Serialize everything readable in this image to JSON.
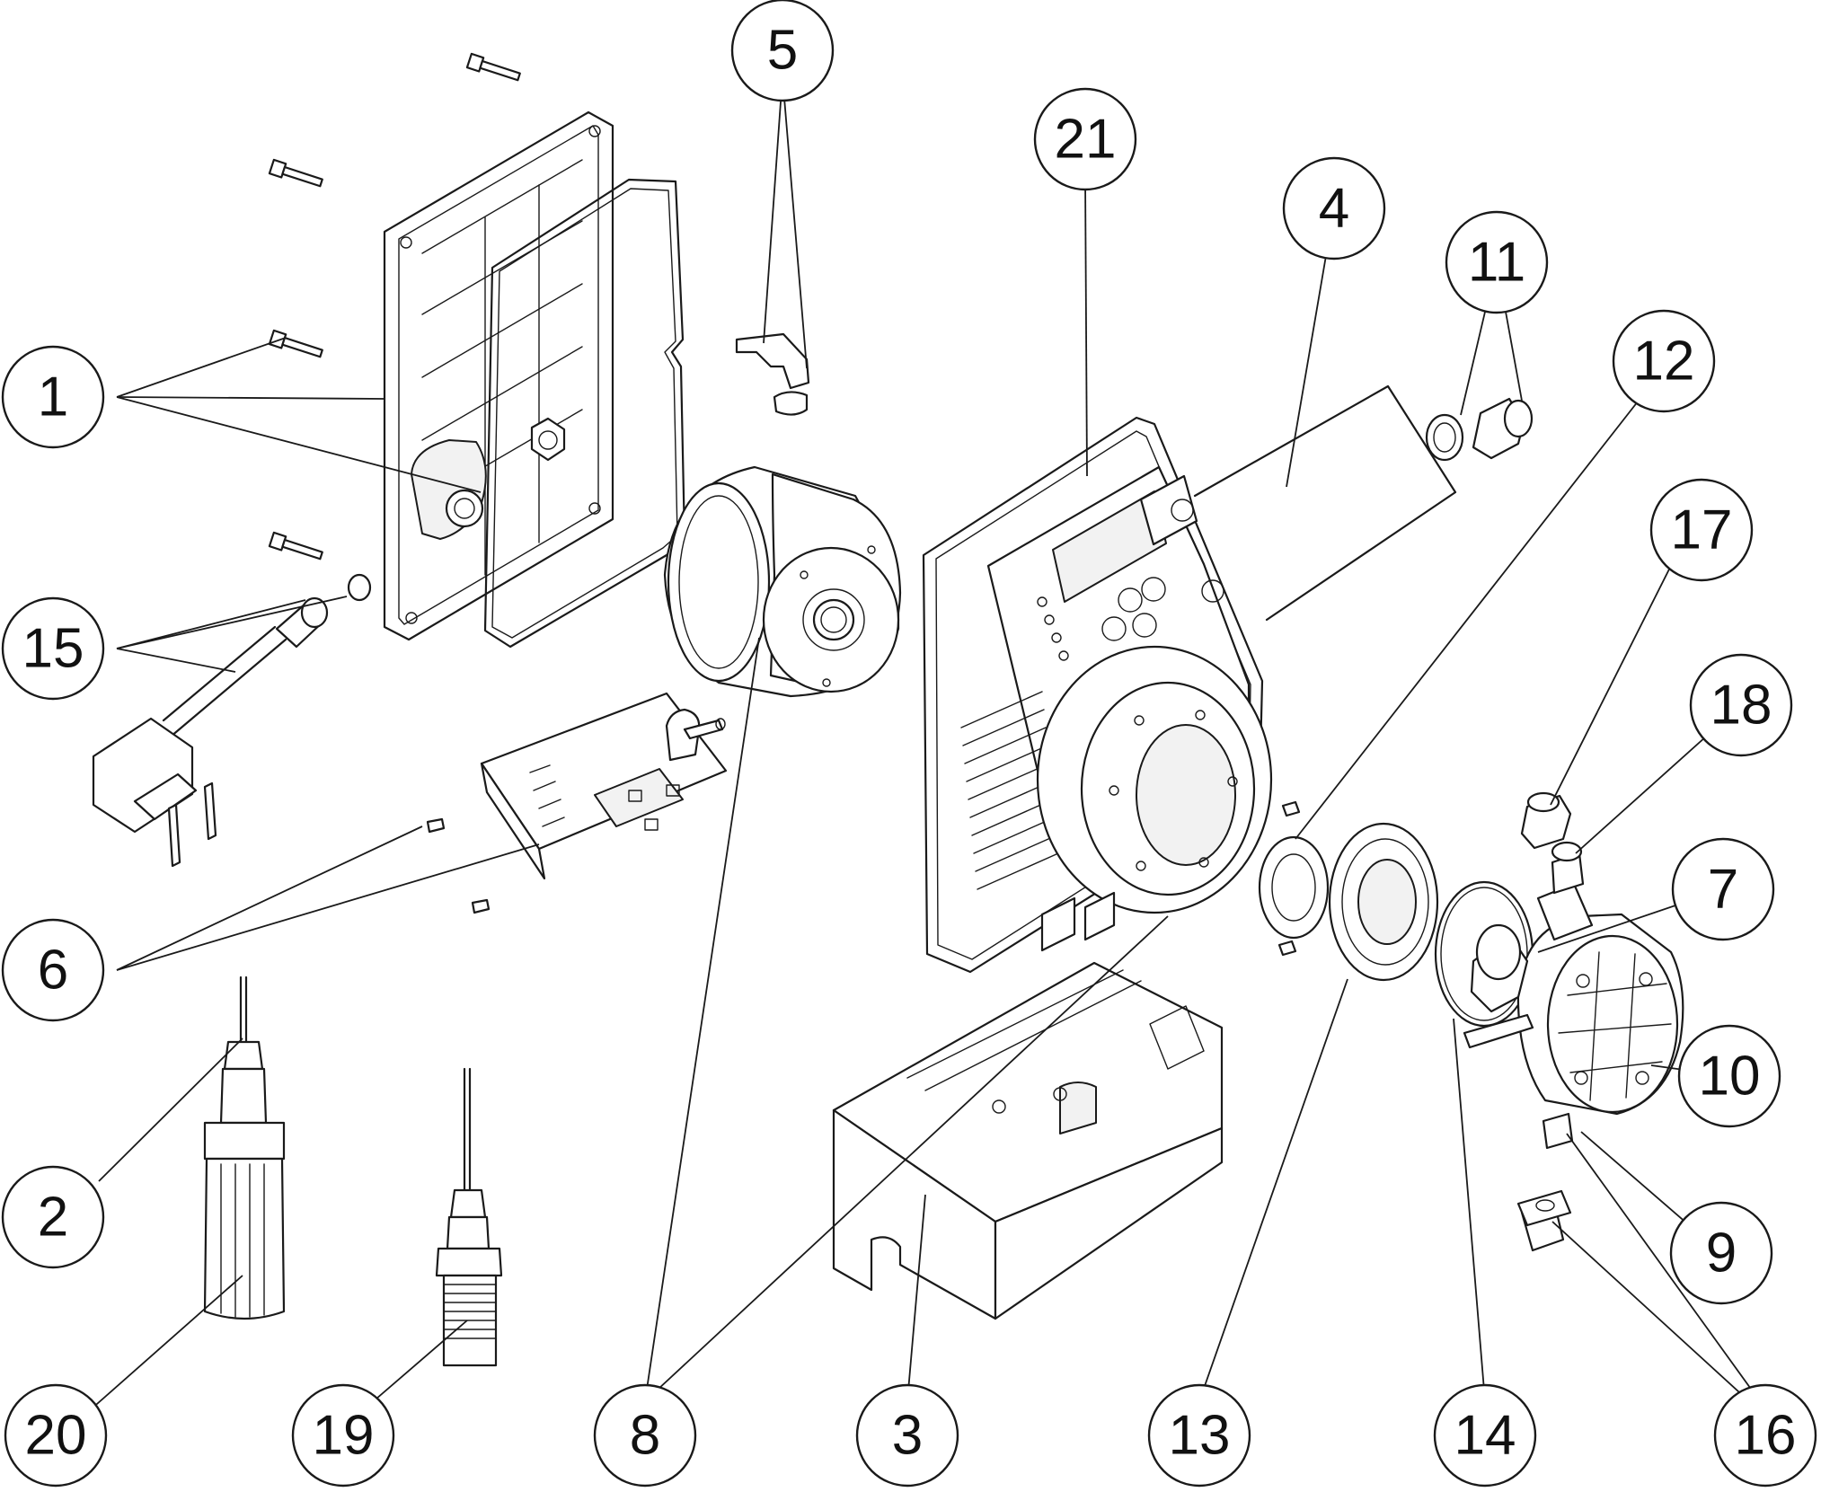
{
  "diagram": {
    "type": "exploded-parts-view",
    "callouts": [
      {
        "id": "c1",
        "label": "1"
      },
      {
        "id": "c2",
        "label": "2"
      },
      {
        "id": "c3",
        "label": "3"
      },
      {
        "id": "c4",
        "label": "4"
      },
      {
        "id": "c5",
        "label": "5"
      },
      {
        "id": "c6",
        "label": "6"
      },
      {
        "id": "c7",
        "label": "7"
      },
      {
        "id": "c8",
        "label": "8"
      },
      {
        "id": "c9",
        "label": "9"
      },
      {
        "id": "c10",
        "label": "10"
      },
      {
        "id": "c11",
        "label": "11"
      },
      {
        "id": "c12",
        "label": "12"
      },
      {
        "id": "c13",
        "label": "13"
      },
      {
        "id": "c14",
        "label": "14"
      },
      {
        "id": "c15",
        "label": "15"
      },
      {
        "id": "c16",
        "label": "16"
      },
      {
        "id": "c17",
        "label": "17"
      },
      {
        "id": "c18",
        "label": "18"
      },
      {
        "id": "c19",
        "label": "19"
      },
      {
        "id": "c20",
        "label": "20"
      },
      {
        "id": "c21",
        "label": "21"
      }
    ]
  }
}
